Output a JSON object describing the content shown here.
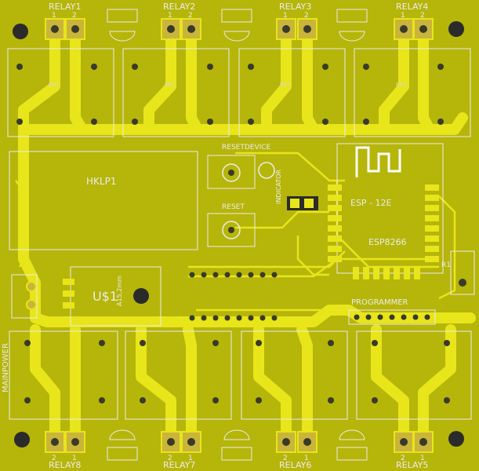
{
  "board": {
    "colors": {
      "board": "#b6b50a",
      "copper": "#e8e51a",
      "silk": "#ececec",
      "pad": "#c9b53a",
      "drill": "#3a3a2a",
      "black": "#2b2b2b"
    },
    "relays_top": [
      {
        "label": "RELAY1",
        "pins": [
          "1",
          "2"
        ]
      },
      {
        "label": "RELAY2",
        "pins": [
          "1",
          "2"
        ]
      },
      {
        "label": "RELAY3",
        "pins": [
          "1",
          "2"
        ]
      },
      {
        "label": "RELAY4",
        "pins": [
          "1",
          "2"
        ]
      }
    ],
    "relays_bottom": [
      {
        "label": "RELAY8",
        "pins": [
          "2",
          "1"
        ]
      },
      {
        "label": "RELAY7",
        "pins": [
          "2",
          "1"
        ]
      },
      {
        "label": "RELAY6",
        "pins": [
          "2",
          "1"
        ]
      },
      {
        "label": "RELAY5",
        "pins": [
          "2",
          "1"
        ]
      }
    ],
    "labels": {
      "hklp": "HKLP1",
      "reset_device": "RESETDEVICE",
      "reset": "RESET",
      "esp_module": "ESP - 12E",
      "esp_chip": "ESP8266",
      "programmer": "PROGRAMMER",
      "main_power": "MAINPOWER",
      "regulator": "U$1",
      "capacitor": "A15,2mm",
      "indicator": "INDICATOR",
      "r1": "R1",
      "relay_silk": "RE1"
    }
  }
}
